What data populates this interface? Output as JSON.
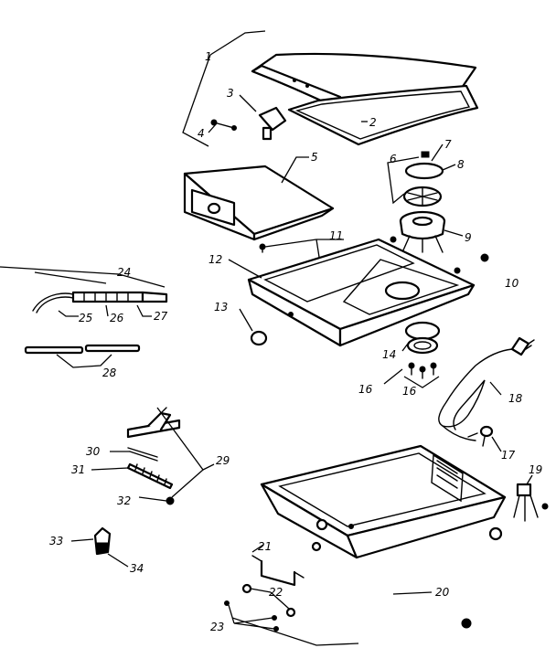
{
  "diagram": {
    "labels": {
      "1": "1",
      "2": "2",
      "3": "3",
      "4": "4",
      "5": "5",
      "6": "6",
      "7": "7",
      "8": "8",
      "9": "9",
      "10": "10",
      "11": "11",
      "12": "12",
      "13": "13",
      "14": "14",
      "16a": "16",
      "16b": "16",
      "18": "18",
      "17": "17",
      "19": "19",
      "20": "20",
      "21": "21",
      "22": "22",
      "23": "23",
      "24": "24",
      "25": "25",
      "26": "26",
      "27": "27",
      "28": "28",
      "29": "29",
      "30": "30",
      "31": "31",
      "32": "32",
      "33": "33",
      "34": "34"
    }
  }
}
